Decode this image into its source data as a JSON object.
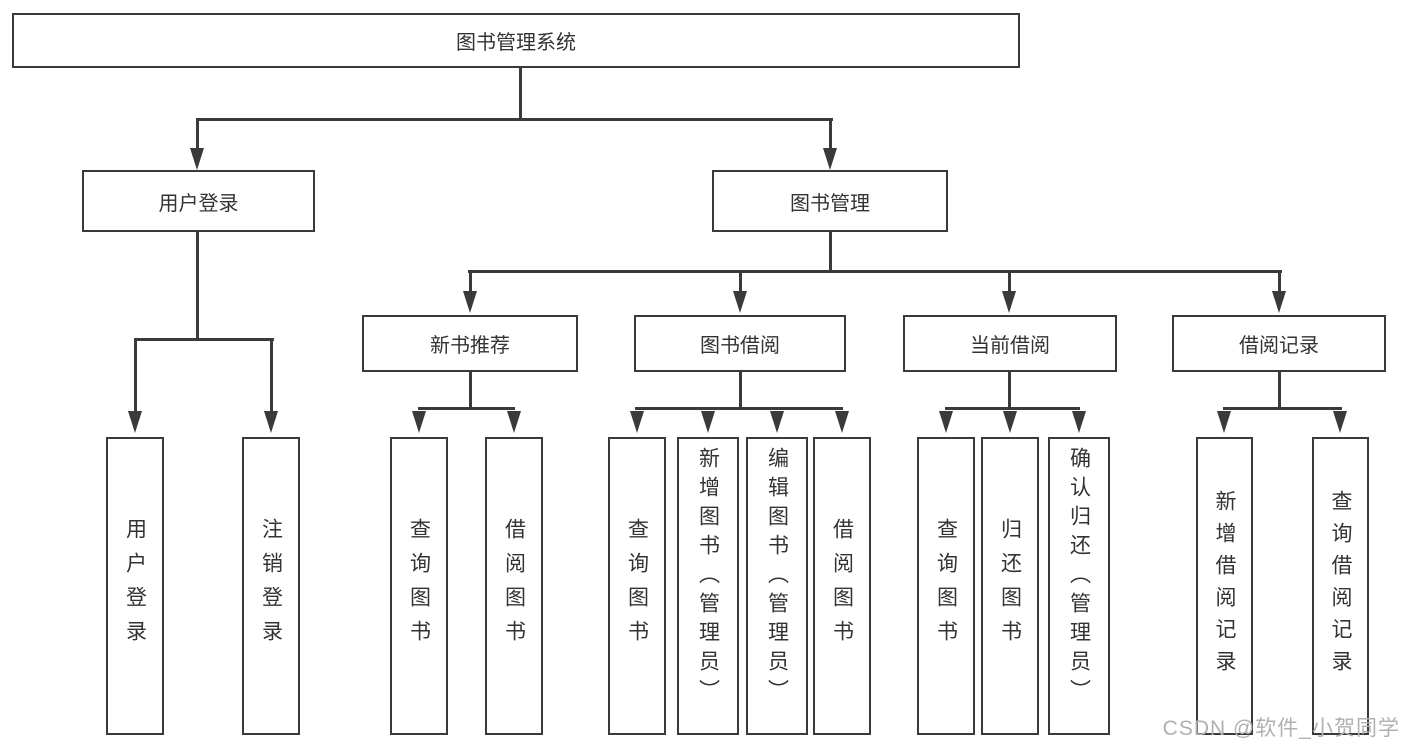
{
  "tree": {
    "root": "图书管理系统",
    "level2": [
      "用户登录",
      "图书管理"
    ],
    "level3": [
      "新书推荐",
      "图书借阅",
      "当前借阅",
      "借阅记录"
    ],
    "leaves": {
      "login": [
        "用户登录",
        "注销登录"
      ],
      "recommend": [
        "查询图书",
        "借阅图书"
      ],
      "borrow": [
        "查询图书",
        "新增图书（管理员）",
        "编辑图书（管理员）",
        "借阅图书"
      ],
      "current": [
        "查询图书",
        "归还图书",
        "确认归还（管理员）"
      ],
      "records": [
        "新增借阅记录",
        "查询借阅记录"
      ]
    }
  },
  "watermark": "CSDN @软件_小贺同学",
  "colors": {
    "line": "#3a3a3a",
    "box_border": "#3a3a3a",
    "text": "#333333",
    "watermark": "#b0b0b0",
    "background": "#ffffff"
  }
}
